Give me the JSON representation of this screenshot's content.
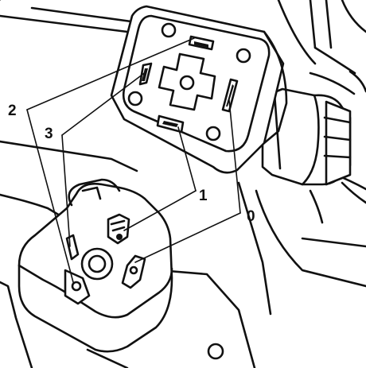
{
  "callouts": {
    "label_2": "2",
    "label_3": "3",
    "label_1": "1",
    "label_0": "0"
  }
}
